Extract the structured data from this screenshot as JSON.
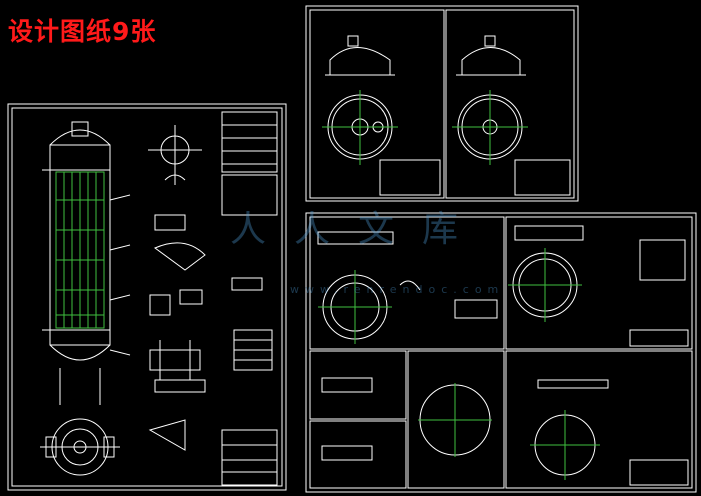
{
  "title": "设计图纸9张",
  "watermark": {
    "chars": "人人文库",
    "url": "www.renrendoc.com"
  },
  "colors": {
    "line": "#ffffff",
    "accent_green": "#3fbf3f",
    "title_red": "#ff1a1a",
    "background": "#000000"
  }
}
